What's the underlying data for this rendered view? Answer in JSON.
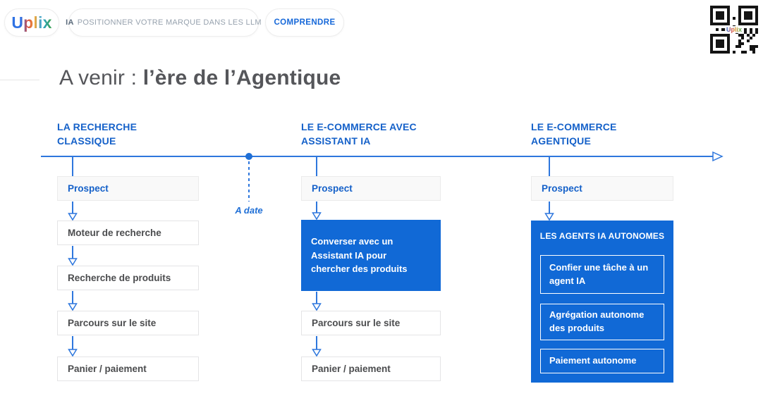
{
  "header": {
    "logo_text": "Uplix",
    "nav_pill": {
      "prefix": "IA",
      "label": "POSITIONNER VOTRE MARQUE DANS LES LLM"
    },
    "cta_label": "COMPRENDRE",
    "qr": {
      "icon": "qr-code",
      "overlay_text": "Uplix"
    }
  },
  "page_title": {
    "regular": "A venir : ",
    "bold": "l’ère de l’Agentique"
  },
  "timeline": {
    "marker_label": "A date"
  },
  "columns": [
    {
      "heading_line1": "LA RECHERCHE",
      "heading_line2": "CLASSIQUE",
      "steps": [
        "Prospect",
        "Moteur de recherche",
        "Recherche de produits",
        "Parcours sur le site",
        "Panier / paiement"
      ]
    },
    {
      "heading_line1": "LE E-COMMERCE AVEC",
      "heading_line2": "ASSISTANT IA",
      "steps": [
        "Prospect",
        "Converser avec un Assistant IA pour chercher des produits",
        "Parcours sur le site",
        "Panier / paiement"
      ]
    },
    {
      "heading_line1": "LE E-COMMERCE",
      "heading_line2": "AGENTIQUE",
      "steps": [
        "Prospect"
      ],
      "panel": {
        "title": "LES AGENTS IA AUTONOMES",
        "items": [
          "Confier une tâche à un agent IA",
          "Agrégation autonome des produits",
          "Paiement autonome"
        ]
      }
    }
  ],
  "colors": {
    "primary_blue": "#1169d6",
    "line_blue": "#2e77dd",
    "heading_blue": "#1561c9",
    "title_gray": "#55565a",
    "body_gray": "#4b4c4e"
  }
}
